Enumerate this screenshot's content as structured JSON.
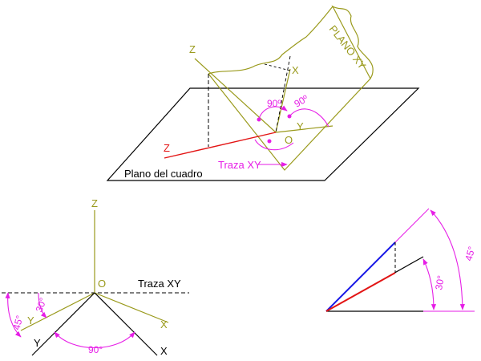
{
  "colors": {
    "olive": "#9a9a1c",
    "magenta": "#e61ee6",
    "black": "#000000",
    "red": "#e31414",
    "blue": "#1a1ae6"
  },
  "perspective": {
    "plano_xy": "PLANO XY",
    "plano_cuadro": "Plano del cuadro",
    "traza": "Traza XY",
    "axis_z": "Z",
    "axis_z_red": "Z",
    "axis_x": "X",
    "axis_y": "Y",
    "origin": "O",
    "angle_1": "90º",
    "angle_2": "90º"
  },
  "orthographic": {
    "axis_z": "Z",
    "origin": "O",
    "traza": "Traza XY",
    "x_olive": "X",
    "x_black": "X",
    "y_olive": "Y",
    "y_black": "Y",
    "angle_30": "30°",
    "angle_45": "45°",
    "angle_90": "90°"
  },
  "construction": {
    "angle_30": "30°",
    "angle_45": "45°"
  }
}
